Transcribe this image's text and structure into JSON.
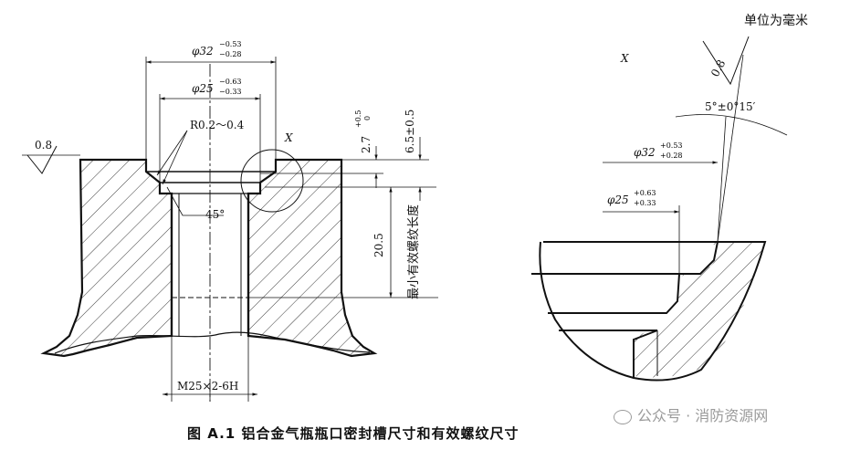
{
  "unit_note": "单位为毫米",
  "caption": "图 A.1   铝合金气瓶瓶口密封槽尺寸和有效螺纹尺寸",
  "watermark": "公众号 · 消防资源网",
  "left_view": {
    "roughness": "0.8",
    "dim_outer_dia": {
      "base": "φ32",
      "upper": "−0.53",
      "lower": "−0.28"
    },
    "dim_inner_dia": {
      "base": "φ25",
      "upper": "−0.63",
      "lower": "−0.33"
    },
    "radius": "R0.2～0.4",
    "chamfer": "45°",
    "groove_depth": {
      "base": "2.7",
      "upper": "+0.5",
      "lower": "0"
    },
    "depth_total": "6.5±0.5",
    "thread_len": "20.5",
    "thread_label": "最小有效螺纹长度",
    "thread_spec": "M25×2-6H",
    "detail_mark": "X"
  },
  "right_view": {
    "detail_mark": "X",
    "roughness": "0.8",
    "angle": "5°±0°15′",
    "dim_outer_dia": {
      "base": "φ32",
      "upper": "+0.53",
      "lower": "+0.28"
    },
    "dim_inner_dia": {
      "base": "φ25",
      "upper": "+0.63",
      "lower": "+0.33"
    }
  }
}
